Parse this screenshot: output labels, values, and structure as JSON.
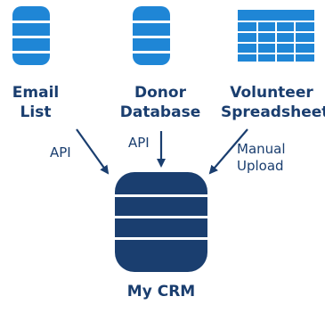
{
  "colors": {
    "navy": "#1a3e6f",
    "blue": "#1f86d6",
    "stripe": "#ffffff"
  },
  "sources": [
    {
      "id": "email-list",
      "icon": "database-icon",
      "line1": "Email",
      "line2": "List"
    },
    {
      "id": "donor-database",
      "icon": "database-icon",
      "line1": "Donor",
      "line2": "Database"
    },
    {
      "id": "volunteer-spreadsheet",
      "icon": "spreadsheet-icon",
      "line1": "Volunteer",
      "line2": "Spreadsheet"
    }
  ],
  "edges": [
    {
      "from": "email-list",
      "label_line1": "API",
      "label_line2": ""
    },
    {
      "from": "donor-database",
      "label_line1": "API",
      "label_line2": ""
    },
    {
      "from": "volunteer-spreadsheet",
      "label_line1": "Manual",
      "label_line2": "Upload"
    }
  ],
  "target": {
    "icon": "database-icon",
    "label": "My CRM"
  }
}
